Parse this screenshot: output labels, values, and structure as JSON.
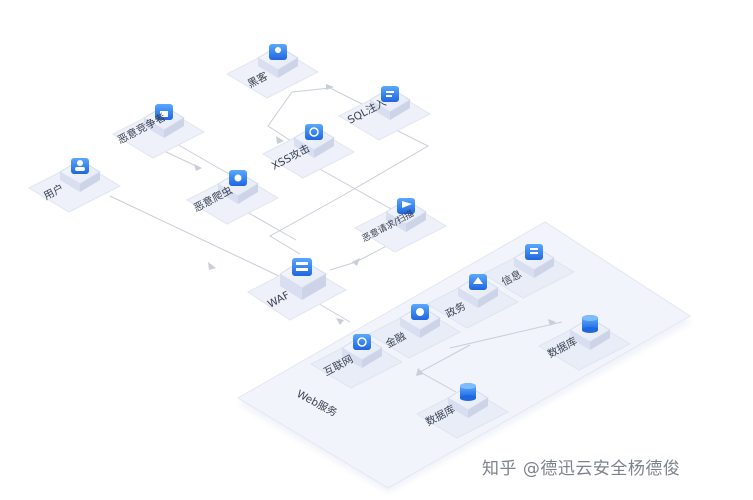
{
  "nodes": {
    "hacker": "黑客",
    "sql_injection": "SQL注入",
    "malicious_competitor": "恶意竞争者",
    "xss_attack": "XSS攻击",
    "malicious_crawler": "恶意爬虫",
    "user": "用户",
    "malicious_request": "恶意请求/扫描",
    "waf": "WAF",
    "info": "信息",
    "government": "政务",
    "finance": "金融",
    "internet": "互联网",
    "web_service": "Web服务",
    "database_right": "数据库",
    "database_bottom": "数据库"
  },
  "watermark": "知乎 @德迅云安全杨德俊",
  "colors": {
    "node_icon": "#2f7df4",
    "connector": "#c7ccd6",
    "platform": "#eef1fb",
    "watermark": "#7d838c"
  }
}
